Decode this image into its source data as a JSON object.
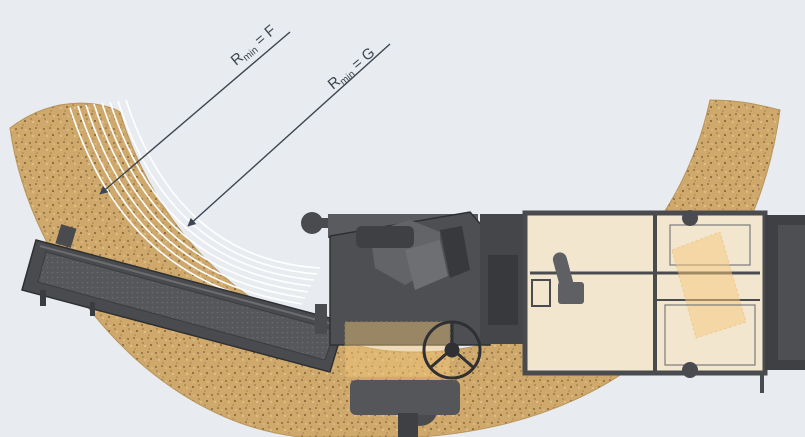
{
  "colors": {
    "background": "#e8ebef",
    "gravel": "#c9a66b",
    "gravel_dark": "#8a6a3c",
    "machine_dark": "#4a4b4e",
    "machine_mid": "#5f6064",
    "cab_cream": "#f3e6cf",
    "highlight": "#f5c97a",
    "line": "#3d4650"
  },
  "labels": {
    "f": {
      "r": "R",
      "sub": "min",
      "rest": " = F"
    },
    "g": {
      "r": "R",
      "sub": "min",
      "rest": " = G"
    }
  }
}
